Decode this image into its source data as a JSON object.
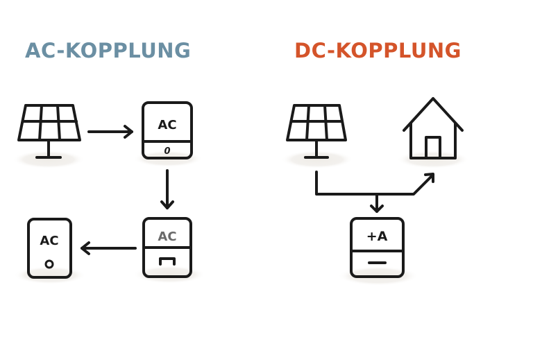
{
  "ac_section": {
    "title": "AC-KOPPLUNG",
    "title_color": "#6b8fa3",
    "nodes": {
      "solar_panel": {
        "icon": "solar-panel-icon"
      },
      "inverter_top": {
        "label": "AC",
        "sub_label": "0"
      },
      "battery_inverter": {
        "label": "AC",
        "sub_icon": "bracket-icon"
      },
      "inverter_left": {
        "label": "AC",
        "sub_icon": "circle-icon"
      }
    },
    "flow": [
      "solar_panel → inverter_top",
      "inverter_top → battery_inverter",
      "battery_inverter → inverter_left"
    ]
  },
  "dc_section": {
    "title": "DC-KOPPLUNG",
    "title_color": "#d4542a",
    "nodes": {
      "solar_panel": {
        "icon": "solar-panel-icon"
      },
      "house": {
        "icon": "house-icon"
      },
      "battery": {
        "label": "+A",
        "sub_icon": "minus-icon"
      }
    },
    "flow": [
      "solar_panel → house",
      "junction → battery"
    ]
  },
  "colors": {
    "stroke": "#1a1a1a",
    "shadow": "#f1efeb",
    "muted_text": "#6b6b6b"
  }
}
